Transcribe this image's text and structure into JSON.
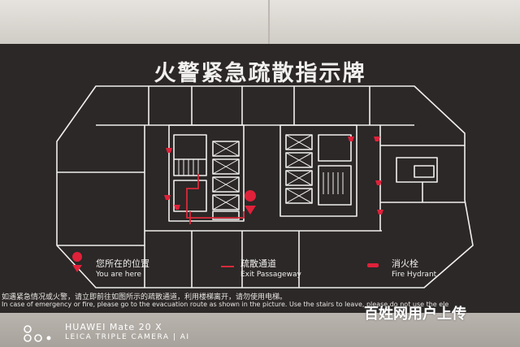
{
  "sign": {
    "title": "火警紧急疏散指示牌",
    "legend": [
      {
        "zh": "您所在的位置",
        "en": "You are here",
        "icon": "you-are-here-marker"
      },
      {
        "zh": "疏散通道",
        "en": "Exit Passageway",
        "icon": "exit-line"
      },
      {
        "zh": "消火栓",
        "en": "Fire Hydrant",
        "icon": "fire-hydrant-icon"
      }
    ],
    "notice_zh": "如遇紧急情况或火警，请立即前往如图所示的疏散通道，利用楼梯离开，请勿使用电梯。",
    "notice_en": "In case of emergency or fire, please go to the evacuation route as shown in the picture. Use the stairs to leave, please do not use the ele"
  },
  "camera": {
    "model": "HUAWEI Mate 20 X",
    "lens": "LEICA TRIPLE CAMERA | AI"
  },
  "watermark": "百姓网用户上传",
  "colors": {
    "board": "#2b2827",
    "line": "#f2f0ee",
    "marker": "#e0213a",
    "exit": "#d92a3a"
  }
}
